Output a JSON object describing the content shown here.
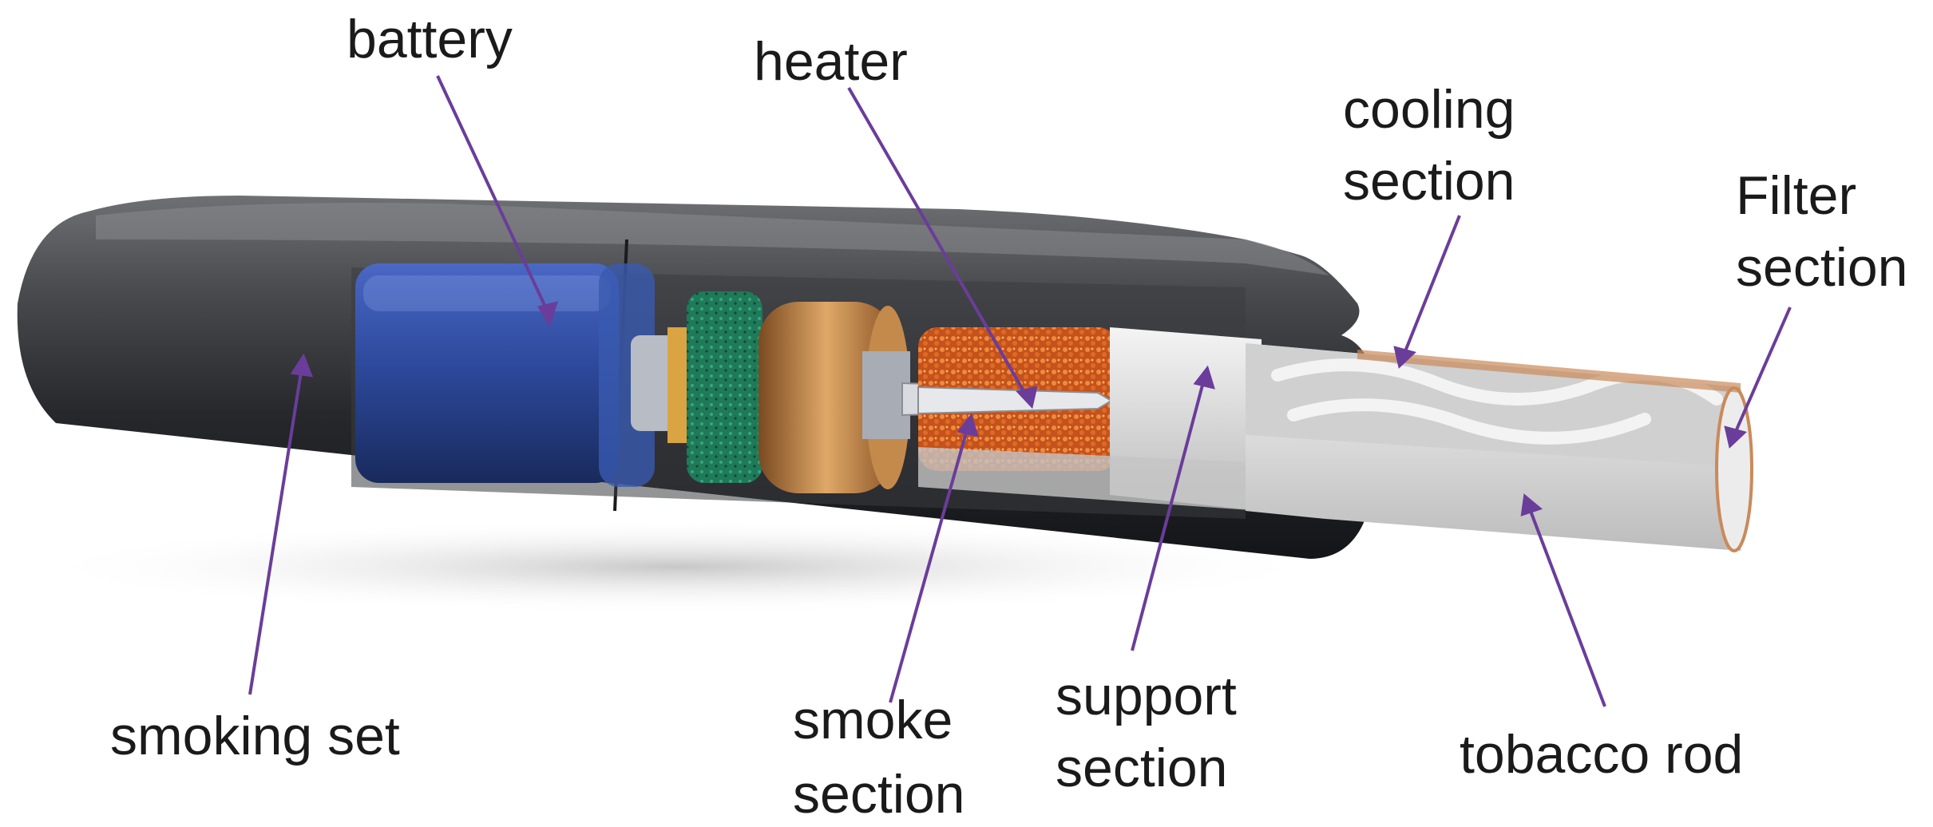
{
  "labels": {
    "battery": "battery",
    "heater": "heater",
    "cooling_line1": "cooling",
    "cooling_line2": "section",
    "filter_line1": "Filter",
    "filter_line2": "section",
    "smoking_set": "smoking set",
    "smoke_line1": "smoke",
    "smoke_line2": "section",
    "support_line1": "support",
    "support_line2": "section",
    "tobacco_rod": "tobacco rod"
  },
  "colors": {
    "leader_line": "#6a3d9a",
    "device_body": "#2b2d31",
    "battery": "#2e4a9e",
    "heater_coil": "#d4662a",
    "circuit": "#1f7a5a",
    "copper_ring": "#b97a3e",
    "tobacco_stick": "#e4e4e4"
  }
}
